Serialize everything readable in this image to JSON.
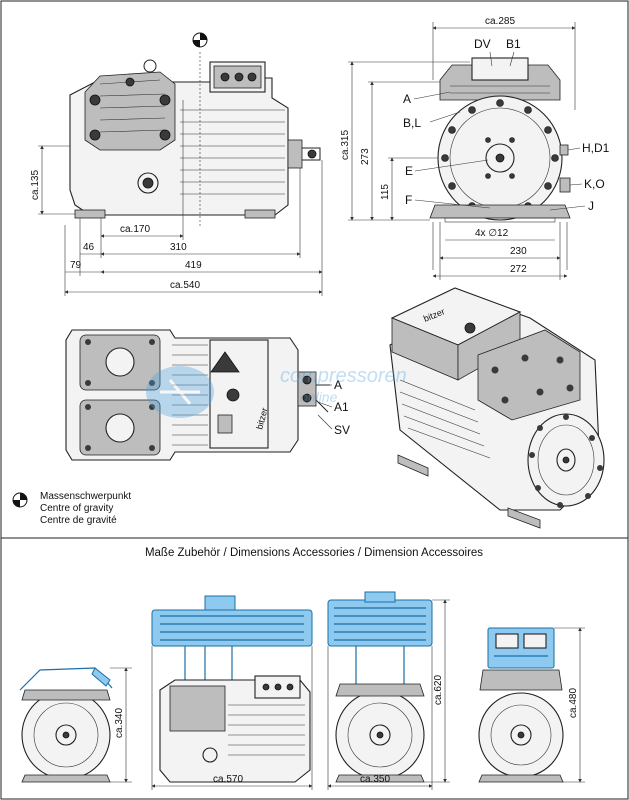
{
  "top_dims": {
    "overall_height_left": "ca.135",
    "a": "ca.170",
    "b": "310",
    "c": "46",
    "d": "79",
    "e": "419",
    "f": "ca.540"
  },
  "front_dims": {
    "width_top": "ca.285",
    "h1": "ca.315",
    "h2": "273",
    "h3": "115",
    "holes": "4x ∅12",
    "w1": "230",
    "w2": "272"
  },
  "front_labels": [
    "DV",
    "B1",
    "A",
    "B,L",
    "E",
    "F",
    "H,D1",
    "K,O",
    "J"
  ],
  "plan_labels": [
    "A",
    "A1",
    "SV"
  ],
  "legend": {
    "de": "Massenschwerpunkt",
    "en": "Centre of gravity",
    "fr": "Centre de gravité"
  },
  "accessories": {
    "title": "Maße Zubehör / Dimensions Accessories / Dimension Accessoires",
    "d1": "ca.340",
    "d2": "ca.620",
    "d3": "ca.480",
    "d4": "ca.570",
    "d5": "ca.350"
  },
  "colors": {
    "accessory": "#8ec9ef",
    "line": "#222222"
  }
}
